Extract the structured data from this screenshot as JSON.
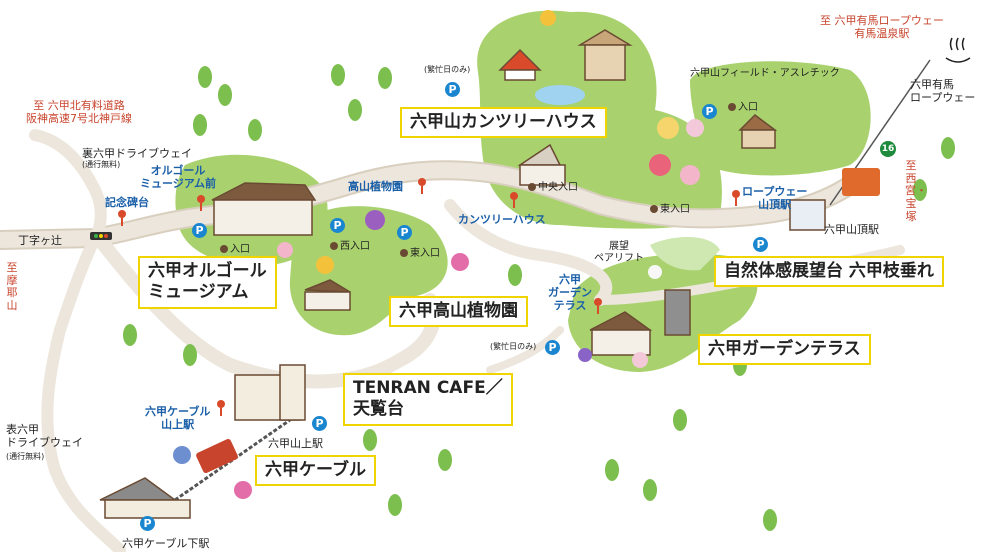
{
  "areas": {
    "country_house": "六甲山カンツリーハウス",
    "music_box_museum": "六甲オルゴール\nミュージアム",
    "alpine_garden": "六甲高山植物園",
    "tenran_cafe": "TENRAN CAFE／\n天覧台",
    "cable": "六甲ケーブル",
    "nature_observatory": "自然体感展望台 六甲枝垂れ",
    "garden_terrace": "六甲ガーデンテラス"
  },
  "directions": {
    "to_kita_toll": "至 六甲北有料道路\n阪神高速7号北神戸線",
    "to_arima_ropeway": "至 六甲有馬ロープウェー\n有馬温泉駅",
    "to_maya": "至摩耶山",
    "to_nishinomiya": "至西宮・宝塚",
    "route_number": "16"
  },
  "roads": {
    "ura_drive": "裏六甲ドライブウェイ",
    "ura_drive_note": "(通行無料)",
    "omote_drive": "表六甲\nドライブウェイ",
    "omote_drive_note": "(通行無料)",
    "chojigatsuji": "丁字ヶ辻"
  },
  "stops": {
    "memorial": "記念碑台",
    "music_box_stop": "オルゴール\nミュージアム前",
    "alpine_stop": "高山植物園",
    "country_stop": "カンツリーハウス",
    "garden_terrace_stop": "六甲\nガーデン\nテラス",
    "ropeway_summit": "ロープウェー\n山頂駅",
    "cable_upper_stop": "六甲ケーブル\n山上駅"
  },
  "stations": {
    "cable_upper": "六甲山上駅",
    "cable_lower": "六甲ケーブル下駅",
    "summit_station": "六甲山頂駅",
    "arima_ropeway": "六甲有馬\nロープウェー"
  },
  "entrances": {
    "entrance": "入口",
    "west_entrance": "西入口",
    "east_entrance": "東入口",
    "center_entrance": "中央入口"
  },
  "misc": {
    "busy_days_only": "(繁忙日のみ)",
    "field_athletic": "六甲山フィールド・アスレチック",
    "observation_lift": "展望\nペアリフト",
    "parking": "P"
  },
  "colors": {
    "park_green": "#a9d26e",
    "forest_green": "#cfe7b0",
    "road": "#e8e1d5",
    "road_edge": "#d9cfbf",
    "sign_border": "#f0d400",
    "parking_blue": "#1a86d0",
    "bus_pin": "#d84a2a",
    "direction_red": "#c8442c"
  }
}
